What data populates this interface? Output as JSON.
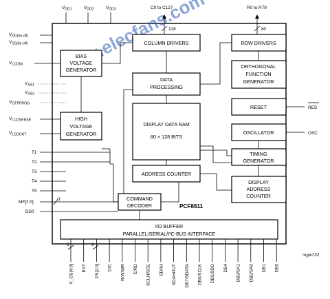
{
  "diagram": {
    "chip_name": "PCF8811",
    "figure_code": "mgw732",
    "watermark": "www.elecfans.com",
    "colors": {
      "line": "#000000",
      "watermark": "#2b5fb4",
      "background": "#ffffff"
    },
    "blocks": {
      "column_drivers": "COLUMN DRIVERS",
      "row_drivers": "ROW DRIVERS",
      "bias_gen": [
        "BIAS",
        "VOLTAGE",
        "GENERATOR"
      ],
      "orthogonal": [
        "ORTHOGONAL",
        "FUNCTION",
        "GENERATOR"
      ],
      "data_processing": [
        "DATA",
        "PROCESSING"
      ],
      "reset": "RESET",
      "display_ram": "DISPLAY DATA RAM",
      "ram_size": "80 × 128 BITS",
      "oscillator": "OSCILLATOR",
      "high_voltage": [
        "HIGH",
        "VOLTAGE",
        "GENERATOR"
      ],
      "timing": [
        "TIMING",
        "GENERATOR"
      ],
      "address_counter": "ADDRESS COUNTER",
      "display_address": [
        "DISPLAY",
        "ADDRESS",
        "COUNTER"
      ],
      "command_decoder": [
        "COMMAND",
        "DECODER"
      ],
      "io_buffer": "I/O BUFFER",
      "io_interface": "PARALLEL/SERIAL/I²C-BUS INTERFACE"
    },
    "top_labels": {
      "vdd1": {
        "main": "V",
        "sub": "DD1"
      },
      "vdd2": {
        "main": "V",
        "sub": "DD2"
      },
      "vdd3": {
        "main": "V",
        "sub": "DD3"
      },
      "columns": "C0 to C127",
      "rows": "R0 to R79",
      "col_bus_width": "128",
      "row_bus_width": "80"
    },
    "left_pins": {
      "vdd_tieoff": {
        "main": "V",
        "sub": "DD(tie-off)"
      },
      "vss_tieoff": {
        "main": "V",
        "sub": "SS(tie-off)"
      },
      "vlcdin": {
        "main": "V",
        "sub": "LCDIN"
      },
      "vss1": {
        "main": "V",
        "sub": "SS1"
      },
      "vss2": {
        "main": "V",
        "sub": "SS2"
      },
      "votpprog": {
        "main": "V",
        "sub": "OTPPROG"
      },
      "vlcdsense": {
        "main": "V",
        "sub": "LCDSENSE"
      },
      "vlcdout": {
        "main": "V",
        "sub": "LCDOUT"
      },
      "t1": "T1",
      "t2": "T2",
      "t3": "T3",
      "t4": "T4",
      "t5": "T5",
      "mf": "MF[2:0]",
      "mf_width": "3",
      "ds0": "DS0"
    },
    "right_pins": {
      "res": "RES",
      "osc": "OSC"
    },
    "bottom_pins": [
      "V_OS[4:0]",
      "EXT",
      "PS[2:0]",
      "D/C",
      "R/W/WR",
      "E/RD",
      "SCLH/SCE",
      "SDAH",
      "SDAHOUT",
      "DB7/SDATA",
      "DB6/SCLK",
      "DB5/SDO",
      "DB4",
      "DB3/SA1",
      "DB2/SA0",
      "DB1",
      "DB0"
    ],
    "bus_widths": {
      "vos": "5",
      "ps": "3"
    }
  }
}
